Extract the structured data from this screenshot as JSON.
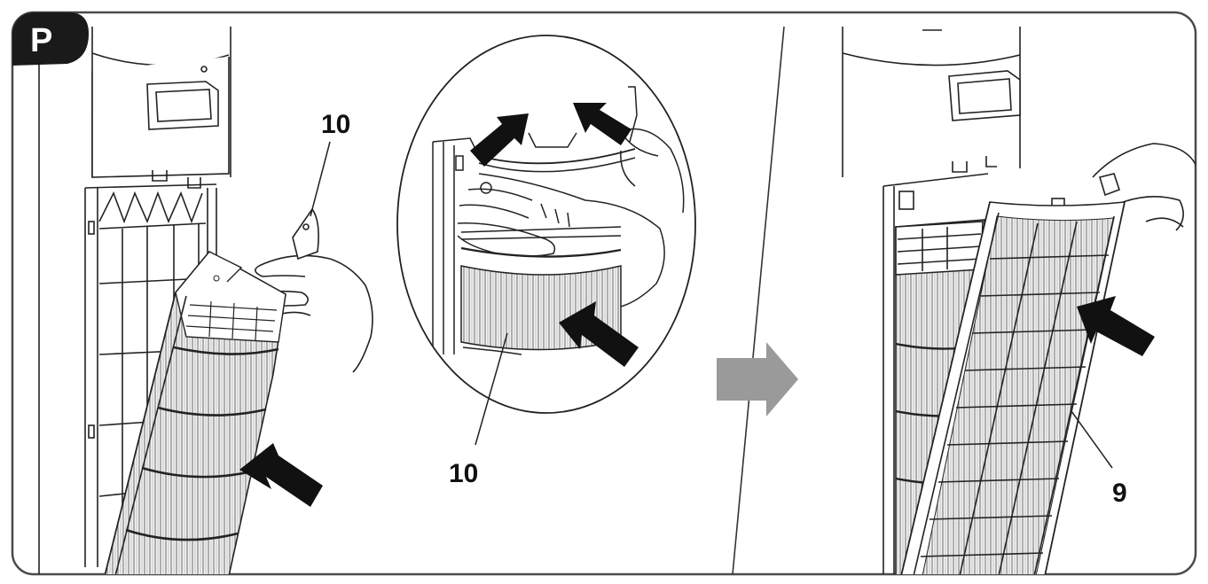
{
  "figure": {
    "badge": "P",
    "callouts": {
      "left_filter": "10",
      "detail_filter": "10",
      "right_panel": "9"
    }
  },
  "colors": {
    "frame": "#4a4a4a",
    "badge_bg": "#1a1a1a",
    "arrow": "#111111",
    "step_arrow": "#9a9a9a",
    "filter_hatch": "#7a7a7a",
    "line": "#222222"
  }
}
